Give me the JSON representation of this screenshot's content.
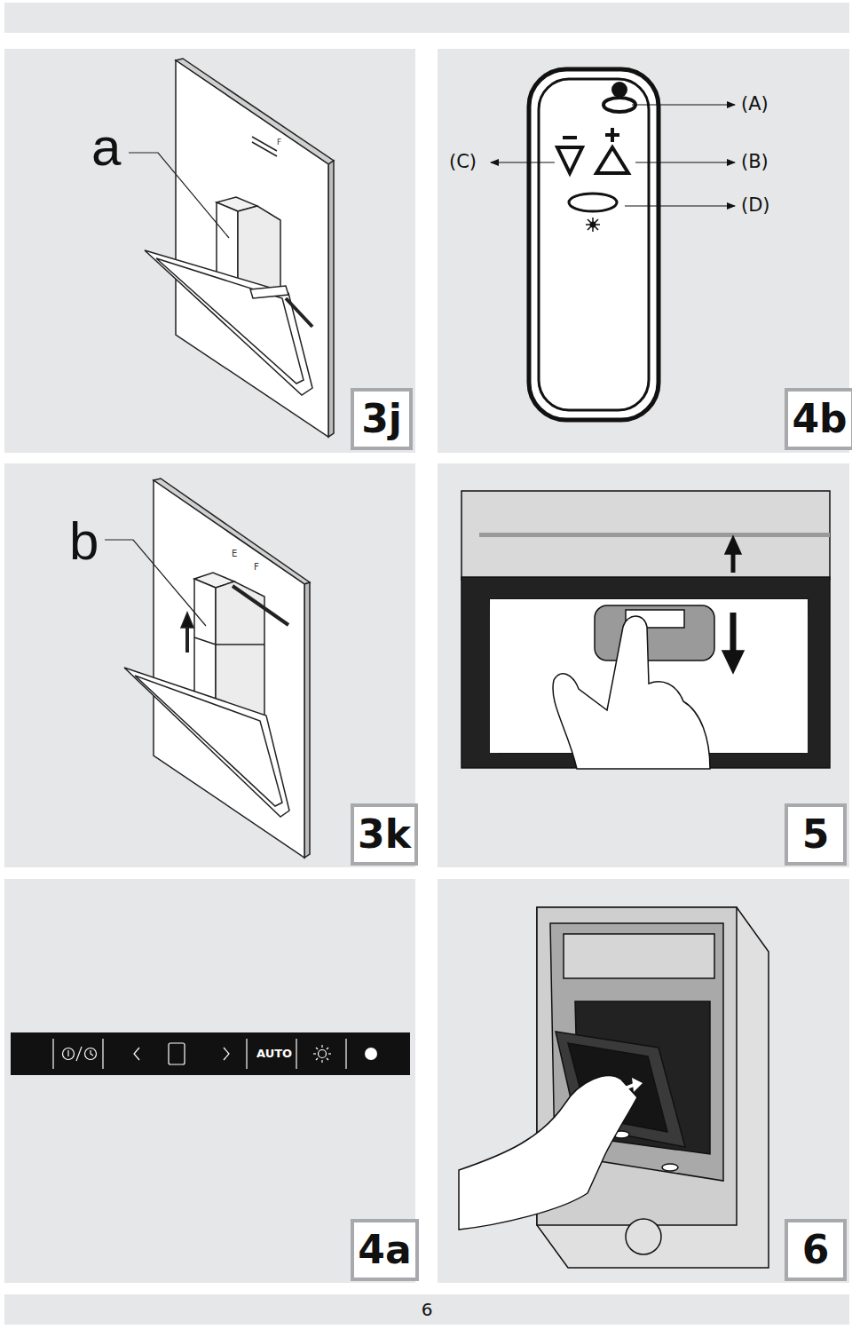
{
  "diagram": {
    "nodes": [
      {
        "text": [
          "3j"
        ]
      },
      {
        "text": [
          "4b"
        ]
      },
      {
        "text": [
          "3k"
        ]
      },
      {
        "text": [
          "5"
        ]
      },
      {
        "text": [
          "4a"
        ]
      },
      {
        "text": [
          "6"
        ]
      },
      {
        "text": [
          "6"
        ]
      }
    ],
    "labels": [
      "a",
      "F",
      "(A)",
      "(C)",
      "(B)",
      "(D)",
      "b",
      "E",
      "F",
      "AUTO"
    ]
  }
}
